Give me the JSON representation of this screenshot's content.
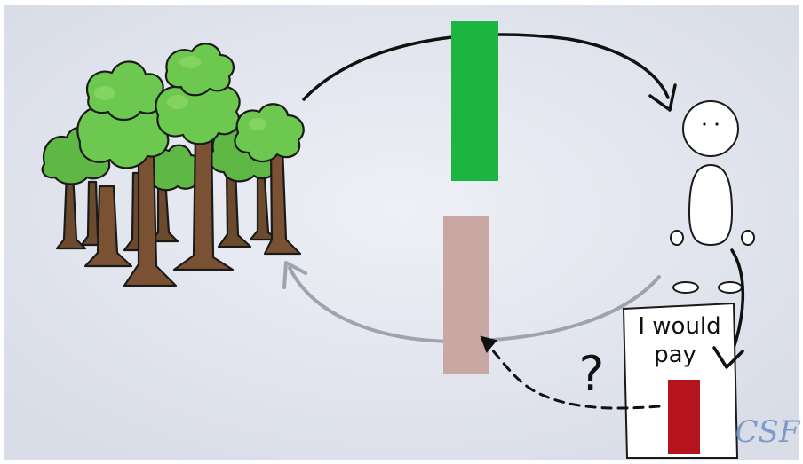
{
  "card": {
    "line1": "I would",
    "line2": "pay"
  },
  "question_mark": "?",
  "logo": {
    "text": "CSF"
  },
  "colors": {
    "background": "#e6e9f2",
    "green_bar": "#1cb53f",
    "pink_bar": "#c9a7a3",
    "red_bar": "#b5141e",
    "arrow_dark": "#111111",
    "arrow_gray": "#9ea4ae",
    "tree_leaf": "#67c24d",
    "tree_trunk": "#6b4a2e"
  }
}
